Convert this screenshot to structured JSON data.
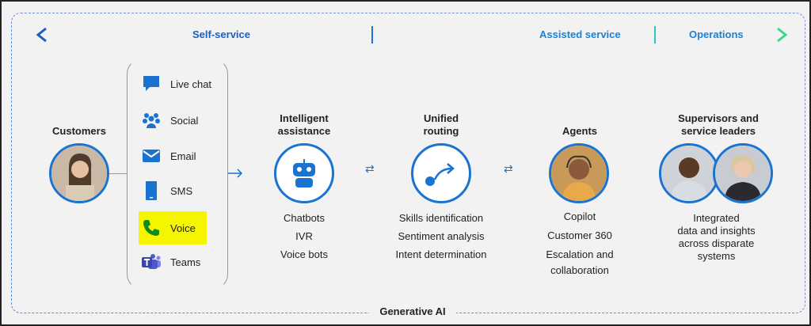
{
  "timeline": {
    "self_service": "Self-service",
    "assisted_service": "Assisted service",
    "operations": "Operations"
  },
  "customers": {
    "title": "Customers"
  },
  "channels": [
    {
      "label": "Live chat",
      "icon": "chat-icon"
    },
    {
      "label": "Social",
      "icon": "people-icon"
    },
    {
      "label": "Email",
      "icon": "mail-icon"
    },
    {
      "label": "SMS",
      "icon": "phone-device-icon"
    },
    {
      "label": "Voice",
      "icon": "call-icon",
      "highlighted": true
    },
    {
      "label": "Teams",
      "icon": "teams-icon"
    }
  ],
  "intelligent": {
    "title_line1": "Intelligent",
    "title_line2": "assistance",
    "items": [
      "Chatbots",
      "IVR",
      "Voice bots"
    ]
  },
  "routing": {
    "title_line1": "Unified",
    "title_line2": "routing",
    "items": [
      "Skills identification",
      "Sentiment analysis",
      "Intent determination"
    ]
  },
  "agents": {
    "title": "Agents",
    "items": [
      "Copilot",
      "Customer 360",
      "Escalation and",
      "collaboration"
    ]
  },
  "supervisors": {
    "title_line1": "Supervisors and",
    "title_line2": "service leaders",
    "items": [
      "Integrated",
      "data and insights",
      "across disparate",
      "systems"
    ]
  },
  "footer": {
    "label": "Generative AI"
  },
  "colors": {
    "blue": "#1a73d1",
    "teal": "#2ec4c4",
    "green": "#3ad88a",
    "highlight": "#f5f500"
  }
}
